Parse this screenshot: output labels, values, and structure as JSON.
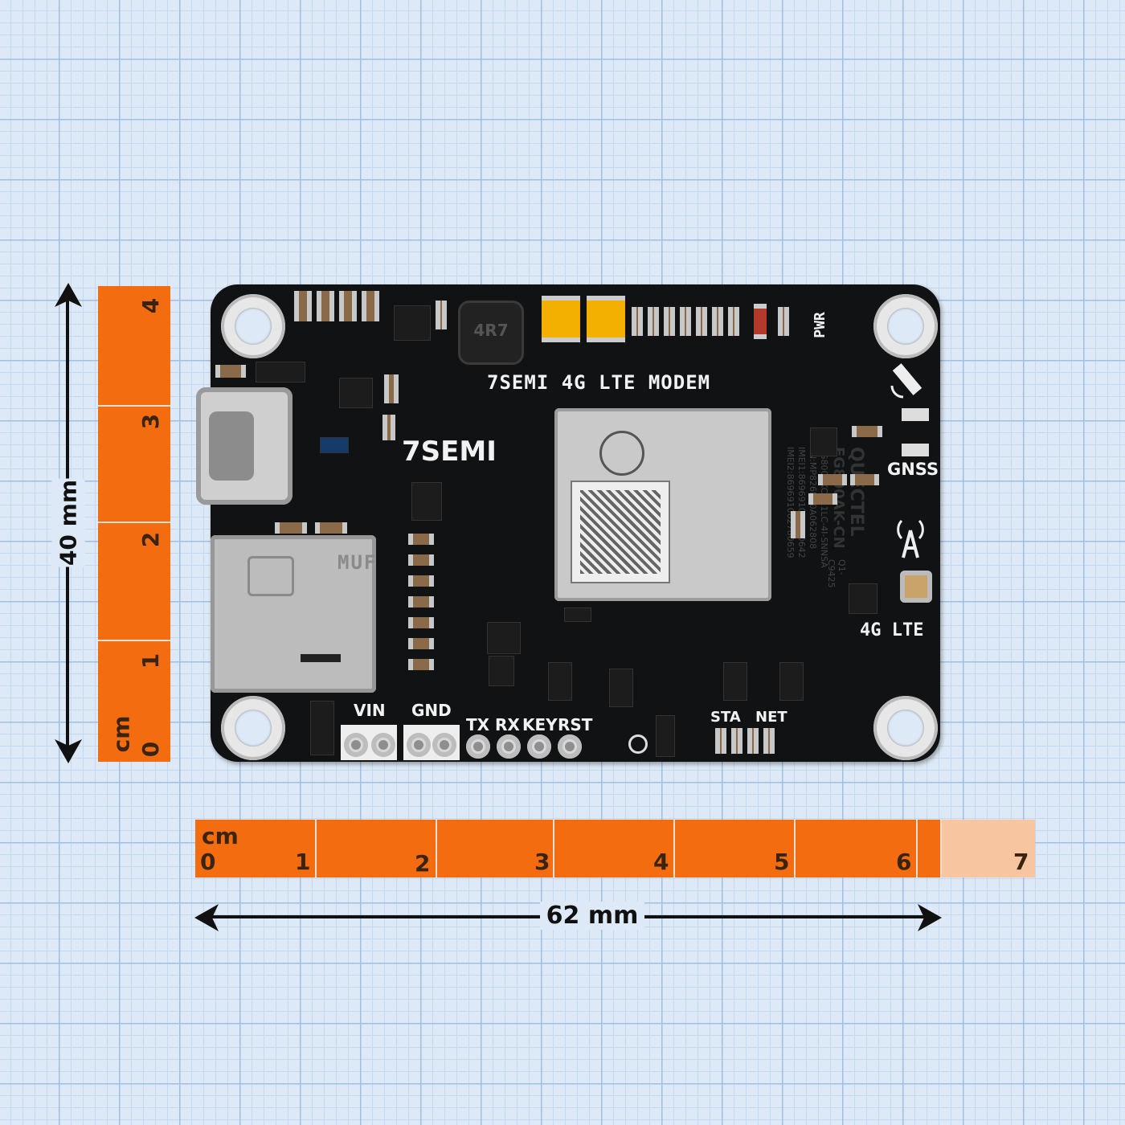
{
  "vertical_ruler": {
    "unit": "cm",
    "ticks": [
      "0",
      "1",
      "2",
      "3",
      "4"
    ]
  },
  "vertical_dimension": "40 mm",
  "horizontal_ruler": {
    "unit": "cm",
    "ticks": [
      "0",
      "1",
      "2",
      "3",
      "4",
      "5",
      "6",
      "7"
    ]
  },
  "horizontal_dimension": "62 mm",
  "board": {
    "title": "7SEMI 4G LTE MODEM",
    "logo": "7SEMI",
    "module_brand": "QUECTEL",
    "module_model": "EG800AK-CN",
    "module_lines": [
      "EG800AKCN11LC-4I-SNNSA",
      "SN:MP826ER0A062808",
      "IMEI1:869691082780642",
      "IMEI2:869691082780659"
    ],
    "module_batch": "Q1-C9425",
    "inductor_marking": "4R7",
    "pwr_label": "PWR",
    "gnss_label": "GNSS",
    "lte_label": "4G LTE",
    "sim_marking": "MUF",
    "pin_labels": {
      "vin": "VIN",
      "gnd": "GND",
      "tx": "TX",
      "rx": "RX",
      "key": "KEY",
      "rst": "RST"
    },
    "led_labels": {
      "sta": "STA",
      "net": "NET"
    }
  },
  "colors": {
    "ruler": "#f36d10",
    "board": "#111214",
    "grid": "#9fc0e2"
  }
}
